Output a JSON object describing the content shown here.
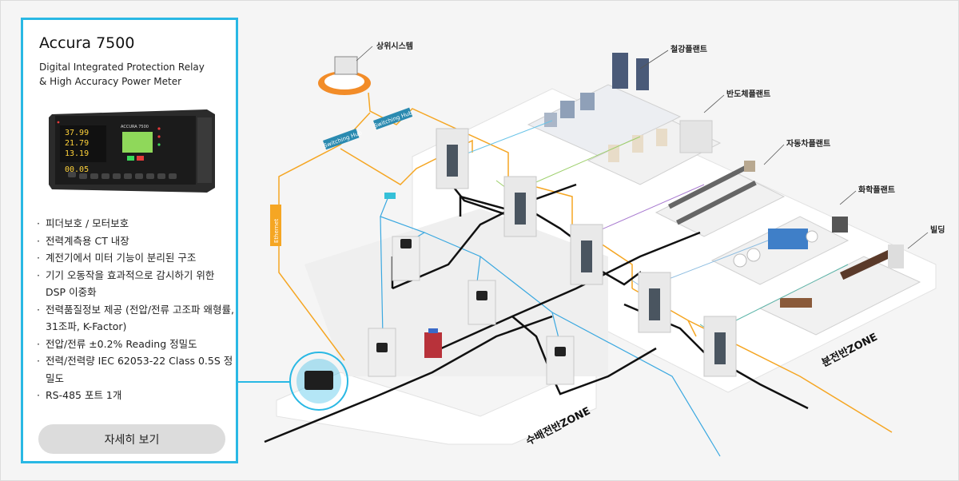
{
  "product": {
    "title": "Accura 7500",
    "subtitle_line1": "Digital Integrated Protection Relay",
    "subtitle_line2": "& High Accuracy Power Meter",
    "features": [
      "피더보호 / 모터보호",
      "전력계측용 CT 내장",
      "계전기에서 미터 기능이 분리된 구조",
      "기기 오동작을 효과적으로 감시하기 위한 DSP 이중화",
      "전력품질정보 제공 (전압/전류 고조파 왜형률, 31조파, K-Factor)",
      "전압/전류 ±0.2% Reading 정밀도",
      "전력/전력량 IEC 62053-22 Class 0.5S 정밀도",
      "RS-485 포트 1개"
    ],
    "detail_button": "자세히 보기",
    "device_readings": [
      "37.99",
      "21.79",
      "13.19",
      "00.05"
    ],
    "device_brand": "ACCURA 7500"
  },
  "diagram": {
    "labels": {
      "upper_system": "상위시스템",
      "steel_plant": "철강플랜트",
      "semiconductor_plant": "반도체플랜트",
      "automotive_plant": "자동차플랜트",
      "chemical_plant": "화학플랜트",
      "building": "빌딩"
    },
    "zones": {
      "distribution": "분전반ZONE",
      "receiving": "수배전반ZONE"
    },
    "ethernet_label": "Ethernet",
    "switch_labels": [
      "Switching Hub",
      "Switching Hub"
    ]
  },
  "colors": {
    "accent": "#29b8e4",
    "ethernet": "#f5a623",
    "bus_line": "#111111",
    "rs485": "#3aa8e0"
  }
}
